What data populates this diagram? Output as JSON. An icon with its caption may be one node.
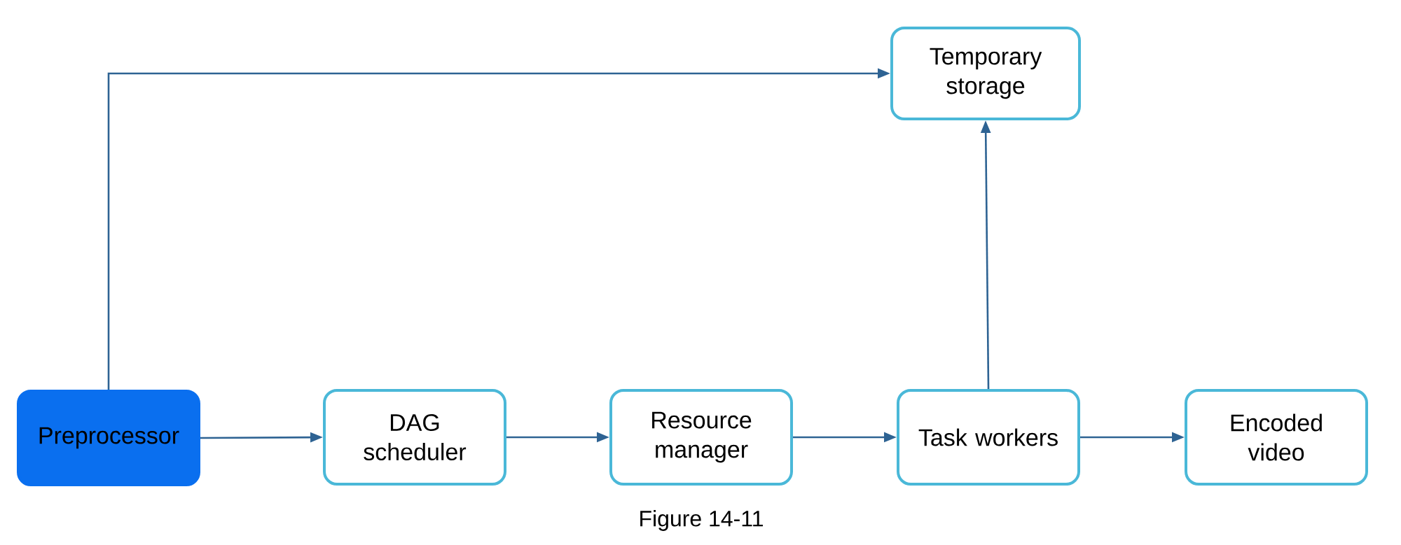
{
  "diagram": {
    "caption": "Figure 14-11",
    "nodes": [
      {
        "text": [
          "Temporary storage"
        ]
      },
      {
        "text": [
          "Preprocessor"
        ]
      },
      {
        "text": [
          "DAG scheduler"
        ]
      },
      {
        "text": [
          "Resource manager"
        ]
      },
      {
        "text": [
          "Task workers"
        ]
      },
      {
        "text": [
          "Encoded video"
        ]
      }
    ],
    "edges": [
      {
        "from": 1,
        "to": 0,
        "arrow": "to"
      },
      {
        "from": 1,
        "to": 2,
        "arrow": "to"
      },
      {
        "from": 2,
        "to": 3,
        "arrow": "to"
      },
      {
        "from": 3,
        "to": 4,
        "arrow": "to"
      },
      {
        "from": 4,
        "to": 5,
        "arrow": "to"
      },
      {
        "from": 4,
        "to": 0,
        "arrow": "to"
      }
    ]
  }
}
